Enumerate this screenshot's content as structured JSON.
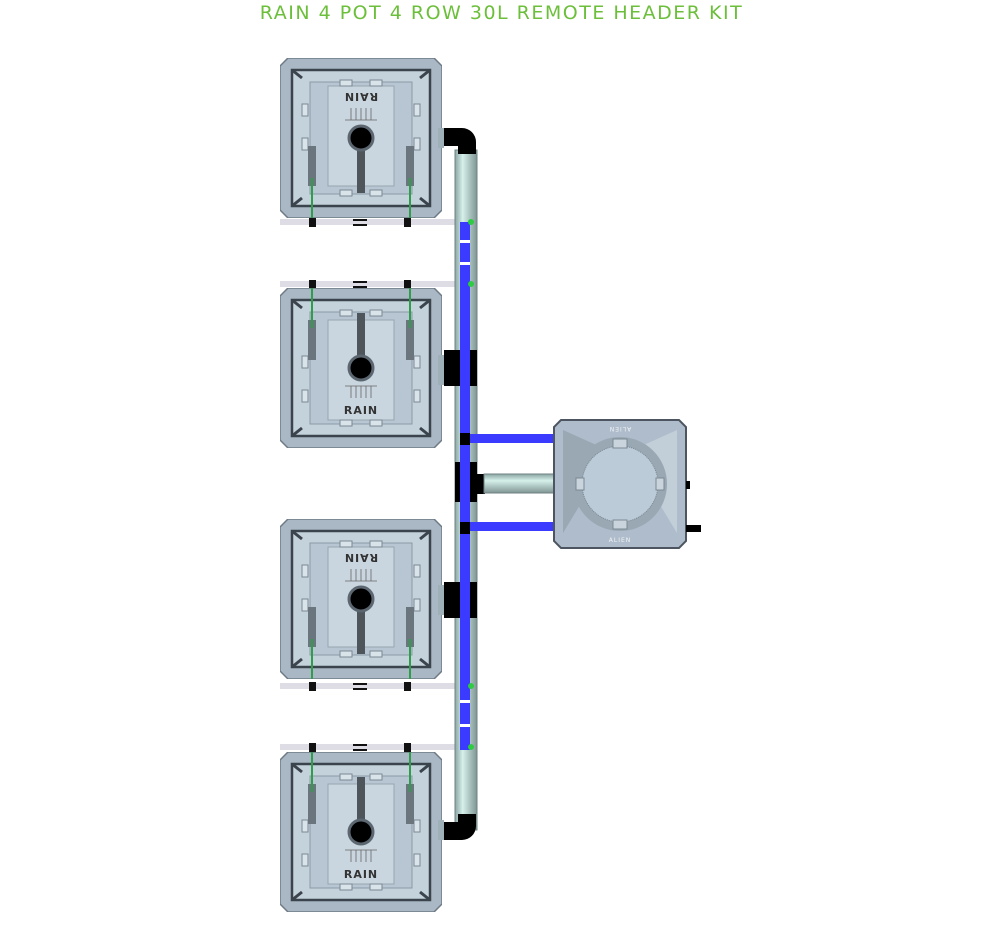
{
  "title": "RAIN 4 POT 4 ROW 30L REMOTE HEADER KIT",
  "pots": [
    {
      "label": "RAIN"
    },
    {
      "label": "RAIN"
    },
    {
      "label": "RAIN"
    },
    {
      "label": "RAIN"
    }
  ],
  "tank": {
    "label_top": "ALIEN",
    "label_bottom": "ALIEN"
  },
  "colors": {
    "title": "#6cbf3a",
    "feed_line": "#3b3bff",
    "pipe": "#a9c4c0",
    "pot": "#b8c8d4"
  }
}
